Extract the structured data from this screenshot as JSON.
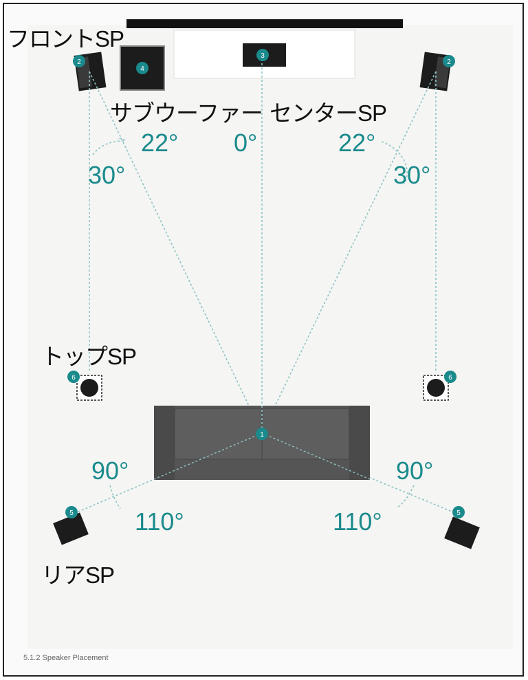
{
  "labels": {
    "front": "フロントSP",
    "subwoofer": "サブウーファー",
    "center": "センターSP",
    "top": "トップSP",
    "rear": "リアSP"
  },
  "angles": {
    "center": "0°",
    "front_left_inner": "22°",
    "front_right_inner": "22°",
    "front_left_outer": "30°",
    "front_right_outer": "30°",
    "rear_left_inner": "90°",
    "rear_right_inner": "90°",
    "rear_left_outer": "110°",
    "rear_right_outer": "110°"
  },
  "markers": {
    "listener": "1",
    "front_left": "2",
    "front_right": "2",
    "center": "3",
    "subwoofer": "4",
    "rear_left": "5",
    "rear_right": "5",
    "top_left": "6",
    "top_right": "6"
  },
  "caption": "5.1.2 Speaker Placement",
  "colors": {
    "accent": "#1a8a8c",
    "speaker": "#1c1c1c",
    "sofa": "#555555"
  }
}
